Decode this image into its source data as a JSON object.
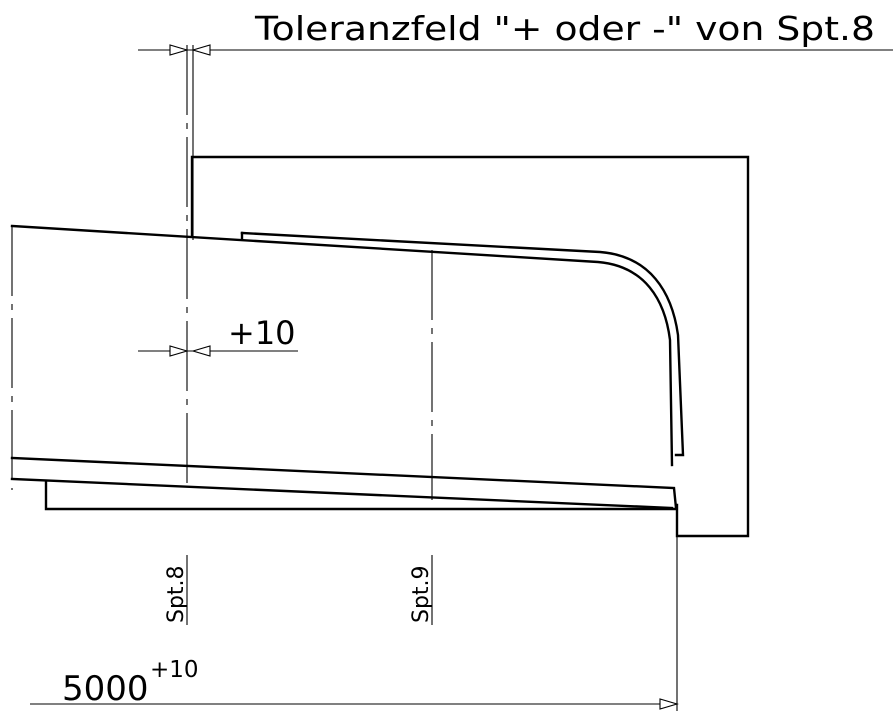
{
  "labels": {
    "tolerance_note": "Toleranzfeld \"+ oder -\" von Spt.8",
    "offset_dim": "+10",
    "frame8": "Spt.8",
    "frame9": "Spt.9",
    "length_value": "5000",
    "length_tolerance": "+10"
  }
}
